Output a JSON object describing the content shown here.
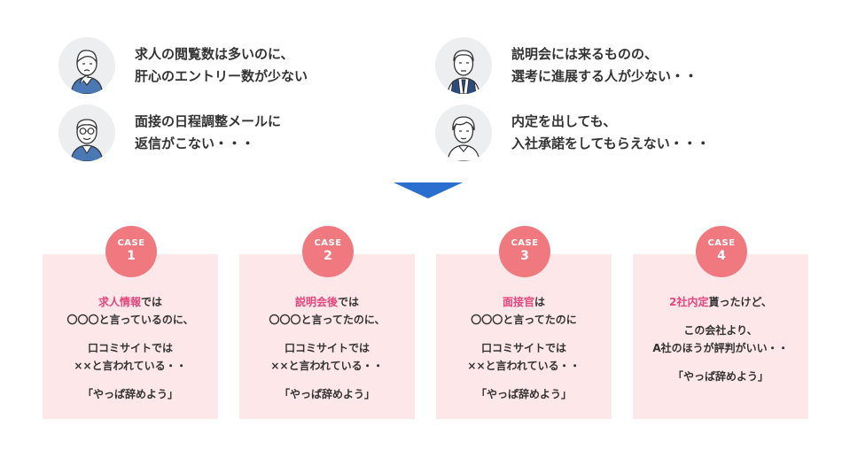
{
  "problems": [
    {
      "lines": [
        "求人の閲覧数は多いのに、",
        "肝心のエントリー数が少ない"
      ],
      "avatar": "worried-woman-icon"
    },
    {
      "lines": [
        "説明会には来るものの、",
        "選考に進展する人が少ない・・"
      ],
      "avatar": "man-with-tie-icon"
    },
    {
      "lines": [
        "面接の日程調整メールに",
        "返信がこない・・・"
      ],
      "avatar": "older-man-glasses-icon"
    },
    {
      "lines": [
        "内定を出しても、",
        "入社承諾をしてもらえない・・・"
      ],
      "avatar": "young-man-icon"
    }
  ],
  "arrow": {
    "color": "#2a6fcf",
    "icon": "down-triangle-icon"
  },
  "colors": {
    "badge": "#f0787f",
    "card_bg": "#fde7e9",
    "highlight": "#e4457c",
    "text": "#333333"
  },
  "cases": [
    {
      "badge_label": "CASE",
      "number": "1",
      "intro_highlight": "求人情報",
      "intro_rest": "では",
      "intro_line2": "〇〇〇と言っているのに、",
      "middle": [
        "口コミサイトでは",
        "××と言われている・・"
      ],
      "quote": "「やっぱ辞めよう」"
    },
    {
      "badge_label": "CASE",
      "number": "2",
      "intro_highlight": "説明会後",
      "intro_rest": "では",
      "intro_line2": "〇〇〇と言ってたのに、",
      "middle": [
        "口コミサイトでは",
        "××と言われている・・"
      ],
      "quote": "「やっぱ辞めよう」"
    },
    {
      "badge_label": "CASE",
      "number": "3",
      "intro_highlight": "面接官",
      "intro_rest": "は",
      "intro_line2": "〇〇〇と言ってたのに",
      "middle": [
        "口コミサイトでは",
        "××と言われている・・"
      ],
      "quote": "「やっぱ辞めよう」"
    },
    {
      "badge_label": "CASE",
      "number": "4",
      "intro_highlight": "2社内定",
      "intro_rest": "貰ったけど、",
      "middle": [
        "この会社より、",
        "A社のほうが評判がいい・・"
      ],
      "quote": "「やっぱ辞めよう」"
    }
  ]
}
